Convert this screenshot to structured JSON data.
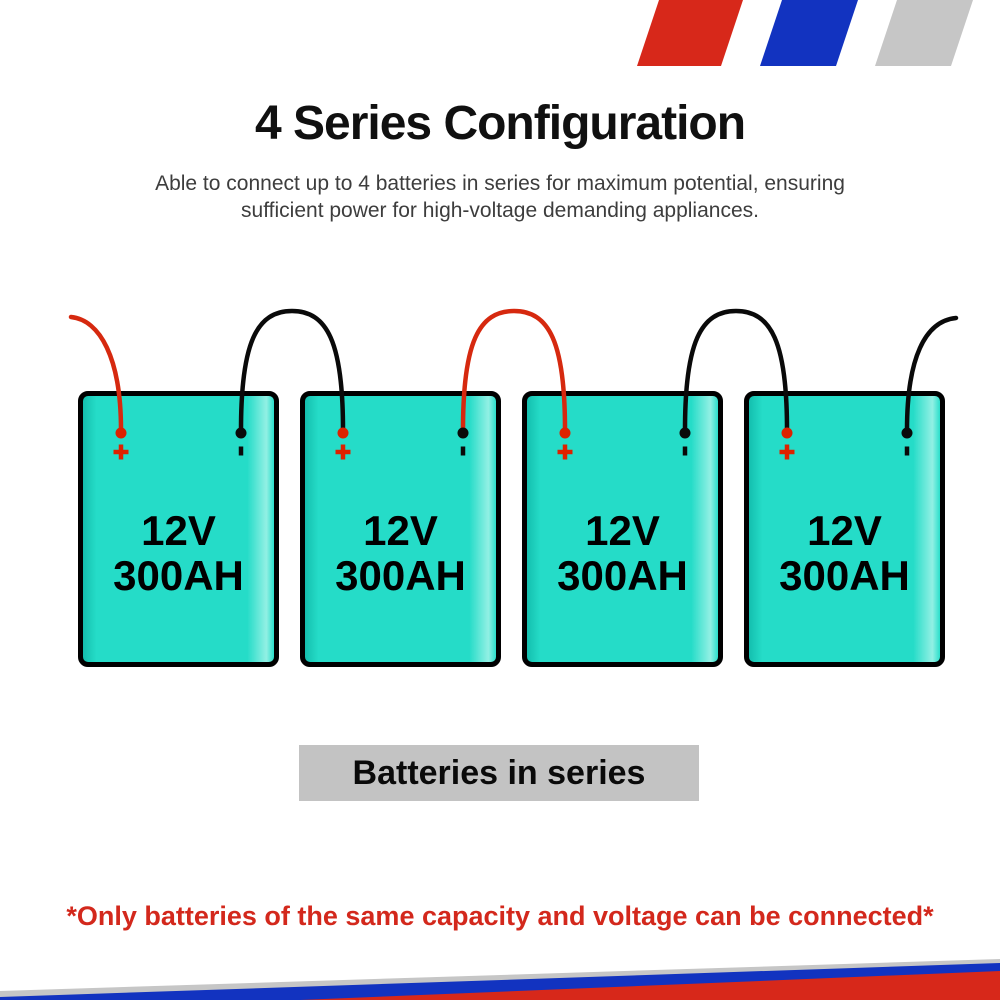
{
  "header": {
    "title": "4 Series Configuration",
    "subtitle_line1": "Able to connect up to 4 batteries in series for maximum potential, ensuring",
    "subtitle_line2": "sufficient power for high-voltage demanding appliances."
  },
  "batteries": [
    {
      "voltage": "12V",
      "capacity": "300AH",
      "positive_symbol": "+",
      "negative_symbol": "-"
    },
    {
      "voltage": "12V",
      "capacity": "300AH",
      "positive_symbol": "+",
      "negative_symbol": "-"
    },
    {
      "voltage": "12V",
      "capacity": "300AH",
      "positive_symbol": "+",
      "negative_symbol": "-"
    },
    {
      "voltage": "12V",
      "capacity": "300AH",
      "positive_symbol": "+",
      "negative_symbol": "-"
    }
  ],
  "caption": "Batteries in series",
  "warning": "*Only batteries of the same capacity and voltage can be connected*",
  "colors": {
    "battery_fill": "#25dcc8",
    "battery_border": "#000000",
    "positive_red": "#dd2200",
    "negative_black": "#0a0a0a",
    "wire_red": "#d6290f",
    "wire_black": "#0a0a0a",
    "stripe_red": "#d7281a",
    "stripe_blue": "#1233c0",
    "stripe_gray": "#c6c6c6",
    "caption_bg": "#c3c3c3",
    "warning_text": "#d3281c"
  }
}
